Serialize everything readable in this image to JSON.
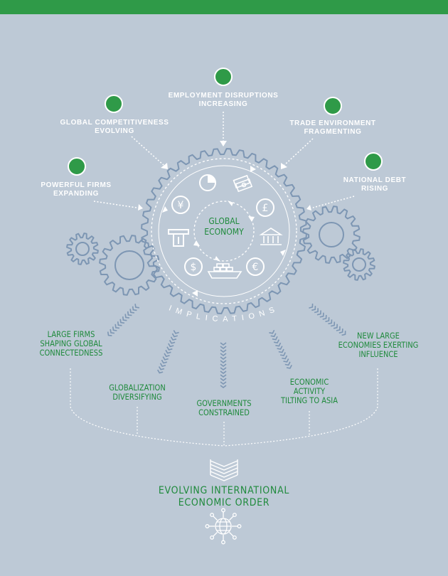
{
  "colors": {
    "background": "#bdc9d6",
    "accent_green": "#2f9a48",
    "text_green": "#1f8a3c",
    "gear_blue": "#7d96b3",
    "white": "#ffffff"
  },
  "forces": [
    {
      "id": "employment",
      "label": "EMPLOYMENT DISRUPTIONS\nINCREASING",
      "icon": "people-network-icon"
    },
    {
      "id": "competitiveness",
      "label": "GLOBAL COMPETITIVENESS\nEVOLVING",
      "icon": "globe-icon"
    },
    {
      "id": "trade",
      "label": "TRADE ENVIRONMENT\nFRAGMENTING",
      "icon": "shipping-box-icon"
    },
    {
      "id": "firms",
      "label": "POWERFUL FIRMS\nEXPANDING",
      "icon": "city-skyline-icon"
    },
    {
      "id": "debt",
      "label": "NATIONAL DEBT\nRISING",
      "icon": "bar-chart-icon"
    }
  ],
  "center": {
    "label": "GLOBAL\nECONOMY"
  },
  "implications_label": "IMPLICATIONS",
  "implications": [
    {
      "id": "large-firms",
      "label": "LARGE FIRMS\nSHAPING GLOBAL\nCONNECTEDNESS"
    },
    {
      "id": "globalization",
      "label": "GLOBALIZATION\nDIVERSIFYING"
    },
    {
      "id": "governments",
      "label": "GOVERNMENTS\nCONSTRAINED"
    },
    {
      "id": "asia",
      "label": "ECONOMIC\nACTIVITY\nTILTING TO ASIA"
    },
    {
      "id": "new-economies",
      "label": "NEW LARGE\nECONOMIES EXERTING\nINFLUENCE"
    }
  ],
  "outcome": {
    "label": "EVOLVING INTERNATIONAL\nECONOMIC ORDER"
  },
  "symbols": {
    "yen": "¥",
    "pound": "£",
    "dollar": "$",
    "euro": "€"
  }
}
